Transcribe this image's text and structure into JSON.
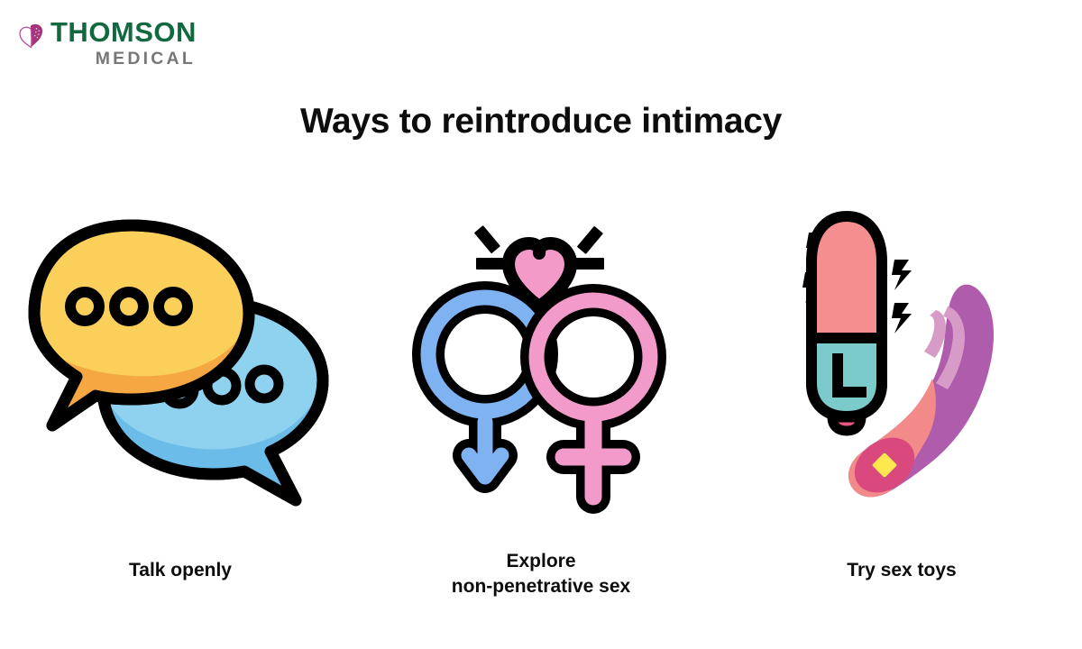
{
  "brand": {
    "mark_icon": "butterfly-heart-icon",
    "primary": "THOMSON",
    "secondary": "MEDICAL",
    "primary_color": "#13693F",
    "secondary_color": "#77777A",
    "mark_color": "#A8347E"
  },
  "header": {
    "title": "Ways to reintroduce intimacy",
    "title_color": "#0d0d0d"
  },
  "background_color": "#ffffff",
  "items": [
    {
      "id": "talk-openly",
      "label": "Talk openly",
      "icon": "speech-bubbles-icon",
      "colors": {
        "bubble_yellow": "#FAD05A",
        "bubble_yellow_shade": "#F5A742",
        "bubble_blue": "#8ED2F0",
        "bubble_blue_shade": "#6CBCEA",
        "outline": "#000000"
      },
      "dot_count": 3
    },
    {
      "id": "explore-non-penetrative-sex",
      "label": "Explore\nnon-penetrative sex",
      "label_line1": "Explore",
      "label_line2": "non-penetrative sex",
      "icon": "male-female-symbols-heart-icon",
      "colors": {
        "male_blue": "#7EB2F0",
        "female_pink": "#F29BCB",
        "heart_pink": "#F49AC8",
        "outline": "#000000"
      },
      "spark_count": 4
    },
    {
      "id": "try-sex-toys",
      "label": "Try sex toys",
      "icon": "sex-toys-icon",
      "colors": {
        "bullet_pink": "#F58E8E",
        "bullet_teal": "#7CCBCB",
        "bullet_nub": "#E8567F",
        "wand_purple": "#B05CAC",
        "wand_highlight": "#D79BC8",
        "wand_salmon": "#F28A8A",
        "wand_ring": "#D9497E",
        "wand_gem": "#FCE84F",
        "outline": "#000000"
      },
      "badge_letter": "L",
      "vibration_marks": 3
    }
  ]
}
